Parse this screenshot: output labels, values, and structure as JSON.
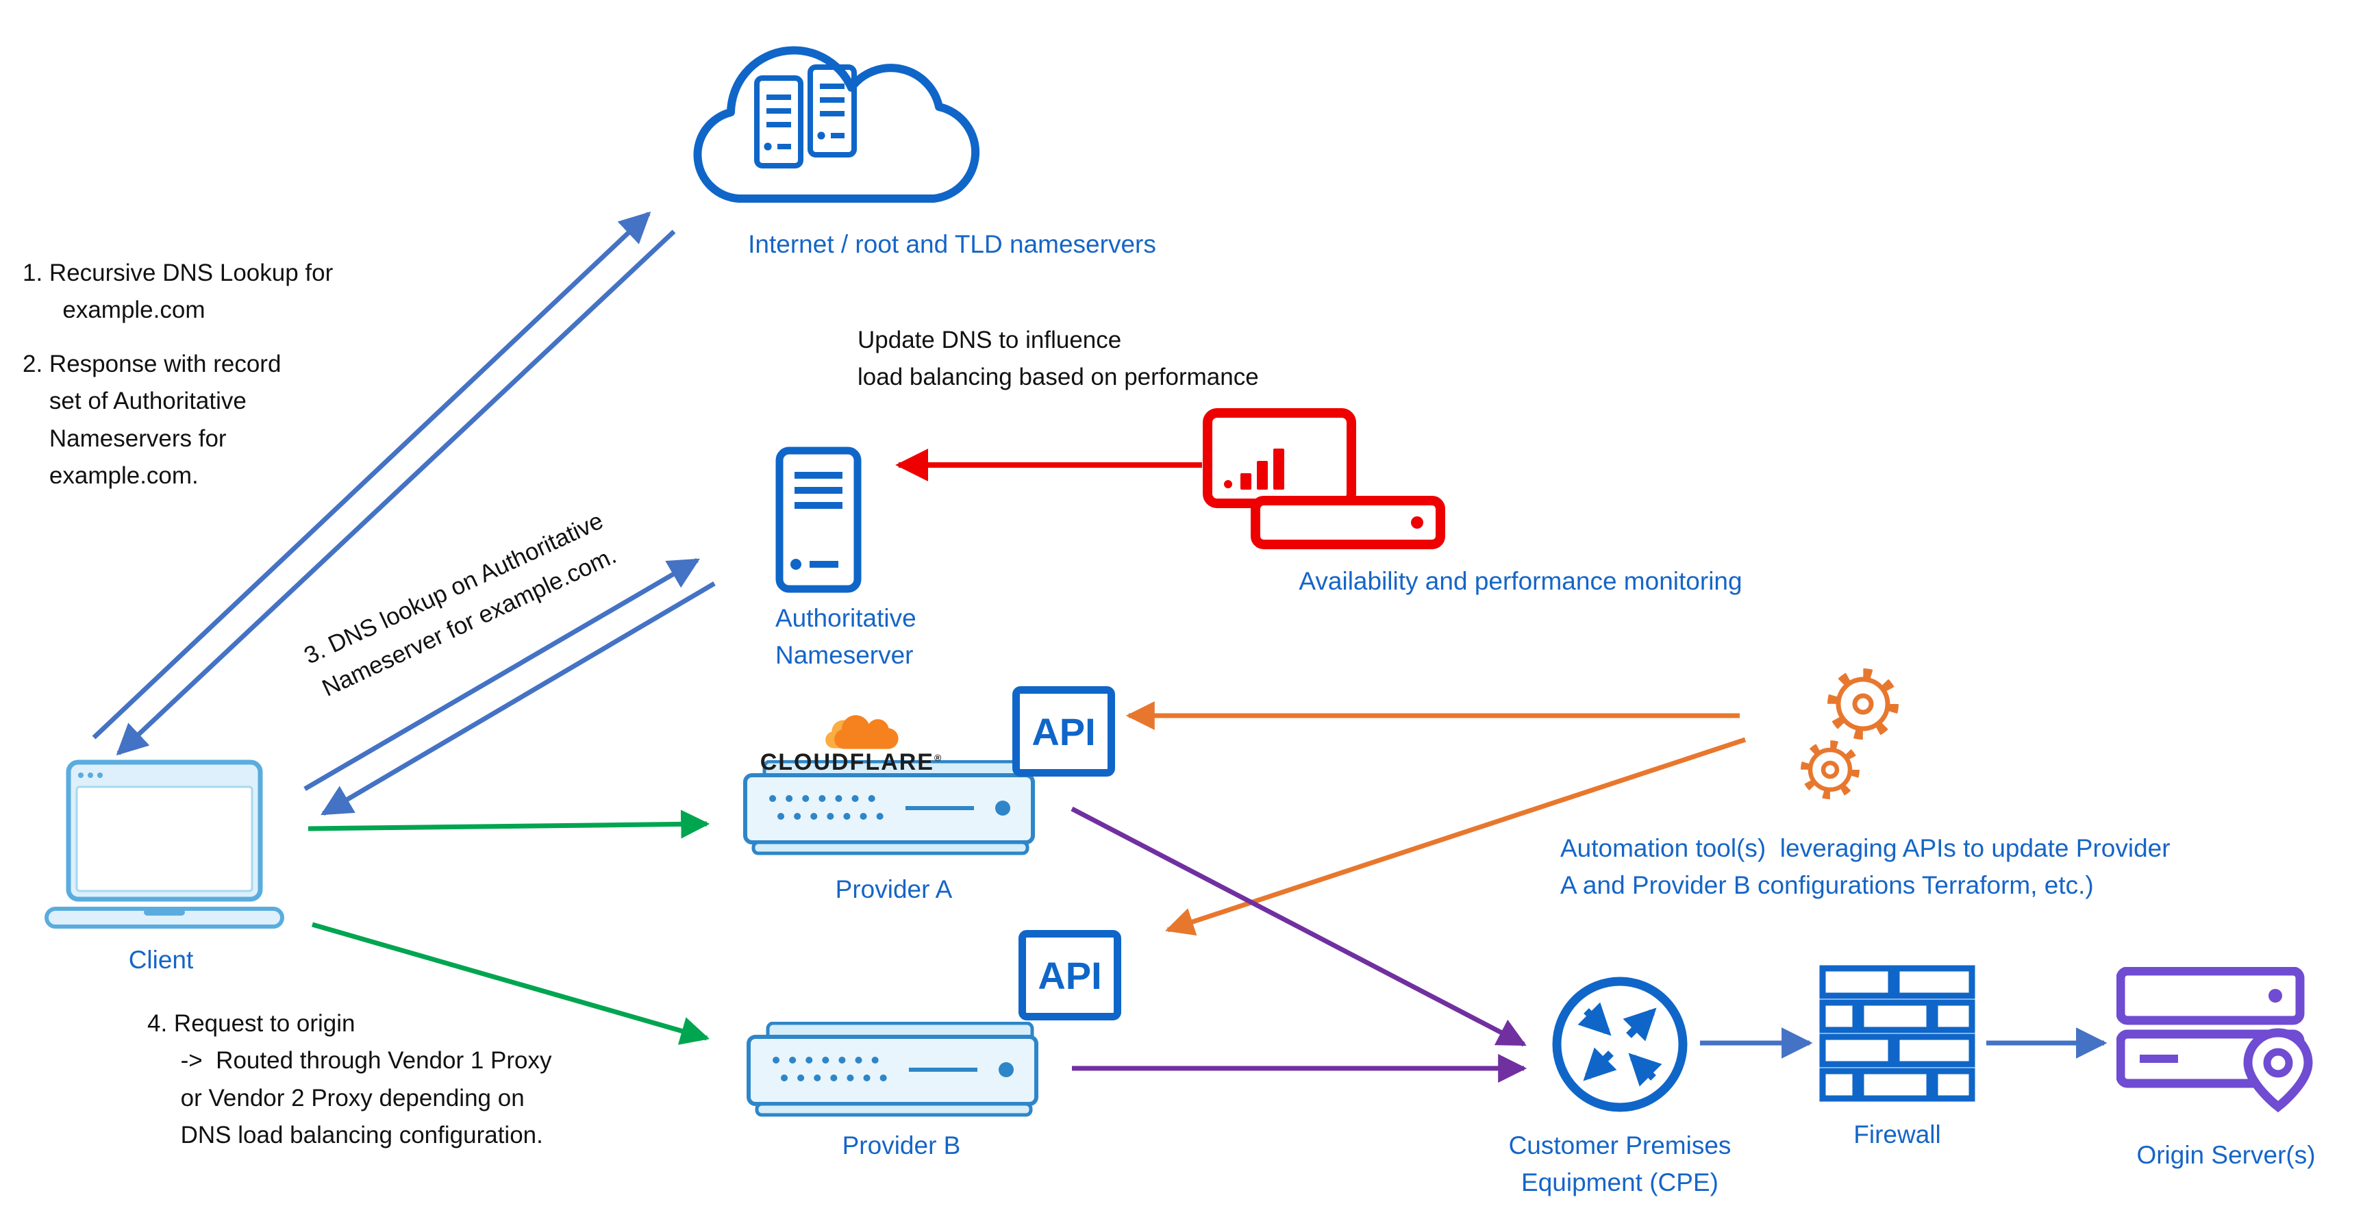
{
  "colors": {
    "label_blue": "#1565C7",
    "icon_blue": "#0F66C8",
    "arrow_blue": "#4472C4",
    "arrow_green": "#00A550",
    "arrow_red": "#EE0000",
    "arrow_orange": "#E8772E",
    "arrow_purple": "#7030A0",
    "laptop_blue": "#5AACDE",
    "appliance_blue": "#2E86C8",
    "cloudflare_orange": "#F6821F",
    "cloudflare_light_orange": "#FBAD41",
    "origin_purple": "#6F4CD2",
    "text_black": "#111111",
    "background": "#FFFFFF"
  },
  "icons": {
    "internet": "cloud-with-rack-servers-icon",
    "client": "laptop-icon",
    "auth_ns": "server-icon",
    "monitoring": "monitor-bar-chart-and-server-icon",
    "provider_appliance": "network-appliance-icon",
    "api": "api-box",
    "automation": "gears-icon",
    "cpe": "router-circle-arrows-icon",
    "firewall": "brick-wall-icon",
    "origin": "stacked-servers-location-pin-icon",
    "cloudflare_logo": "orange-cloud-logo"
  },
  "nodes": {
    "internet": {
      "label": "Internet / root and TLD nameservers"
    },
    "client": {
      "label": "Client"
    },
    "auth_ns": {
      "label": "Authoritative\nNameserver"
    },
    "monitoring": {
      "label": "Availability and performance monitoring"
    },
    "provider_a": {
      "label": "Provider A",
      "logo": "CLOUDFLARE",
      "logo_mark": "®",
      "api_label": "API"
    },
    "provider_b": {
      "label": "Provider B",
      "api_label": "API"
    },
    "automation": {
      "label": "Automation tool(s)  leveraging APIs to update Provider\nA and Provider B configurations Terraform, etc.)"
    },
    "cpe": {
      "label": "Customer Premises\nEquipment (CPE)"
    },
    "firewall": {
      "label": "Firewall"
    },
    "origin": {
      "label": "Origin Server(s)"
    }
  },
  "annotations": {
    "step1": "1. Recursive DNS Lookup for\n      example.com",
    "step2": "2. Response with record\n    set of Authoritative\n    Nameservers for\n    example.com.",
    "step3": "3. DNS lookup on Authoritative\nNameserver for example.com.",
    "step4": "4. Request to origin\n     ->  Routed through Vendor 1 Proxy\n     or Vendor 2 Proxy depending on\n     DNS load balancing configuration.",
    "update_dns": "Update DNS to influence\nload balancing based on performance"
  },
  "flows": [
    {
      "name": "recursive-lookup",
      "from": "client",
      "to": "internet",
      "color": "#4472C4"
    },
    {
      "name": "recursive-response",
      "from": "internet",
      "to": "client",
      "color": "#4472C4"
    },
    {
      "name": "auth-lookup",
      "from": "client",
      "to": "auth_ns",
      "color": "#4472C4"
    },
    {
      "name": "auth-response",
      "from": "auth_ns",
      "to": "client",
      "color": "#4472C4"
    },
    {
      "name": "monitoring-updates-dns",
      "from": "monitoring",
      "to": "auth_ns",
      "color": "#EE0000"
    },
    {
      "name": "request-provider-a",
      "from": "client",
      "to": "provider_a",
      "color": "#00A550"
    },
    {
      "name": "request-provider-b",
      "from": "client",
      "to": "provider_b",
      "color": "#00A550"
    },
    {
      "name": "automation-api-a",
      "from": "automation",
      "to": "provider_a_api",
      "color": "#E8772E"
    },
    {
      "name": "automation-api-b",
      "from": "automation",
      "to": "provider_b_api",
      "color": "#E8772E"
    },
    {
      "name": "provider-a-to-cpe",
      "from": "provider_a",
      "to": "cpe",
      "color": "#7030A0"
    },
    {
      "name": "provider-b-to-cpe",
      "from": "provider_b",
      "to": "cpe",
      "color": "#7030A0"
    },
    {
      "name": "cpe-to-firewall",
      "from": "cpe",
      "to": "firewall",
      "color": "#4472C4"
    },
    {
      "name": "firewall-to-origin",
      "from": "firewall",
      "to": "origin",
      "color": "#4472C4"
    }
  ]
}
